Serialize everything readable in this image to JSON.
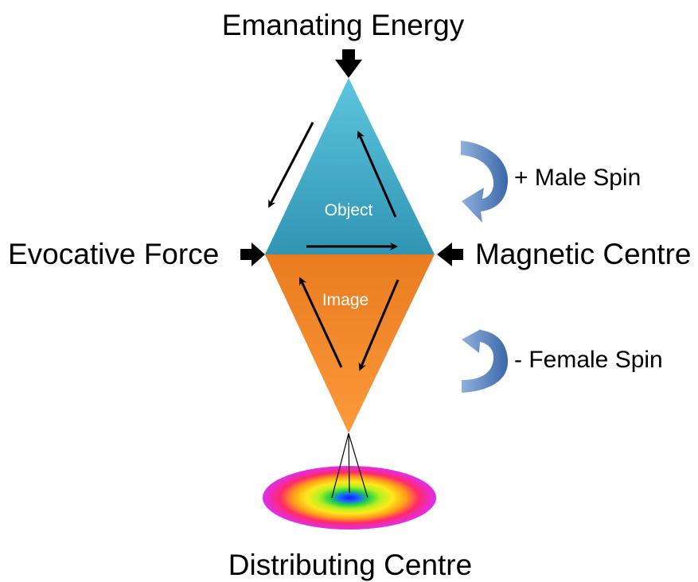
{
  "labels": {
    "top": "Emanating Energy",
    "left": "Evocative Force",
    "right": "Magnetic Centre",
    "bottom": "Distributing Centre",
    "male_spin": "+ Male Spin",
    "female_spin": "- Female Spin",
    "upper_triangle": "Object",
    "lower_triangle": "Image"
  },
  "colors": {
    "upper_triangle": "#3aa6c4",
    "lower_triangle": "#f08a2c",
    "spin_arrow": "#3f6fb0",
    "arrow": "#000000"
  },
  "icons": {
    "entry_arrows": "block-arrow-icon",
    "spin_arrows": "curved-arrow-icon",
    "disc": "rainbow-disc-icon"
  }
}
